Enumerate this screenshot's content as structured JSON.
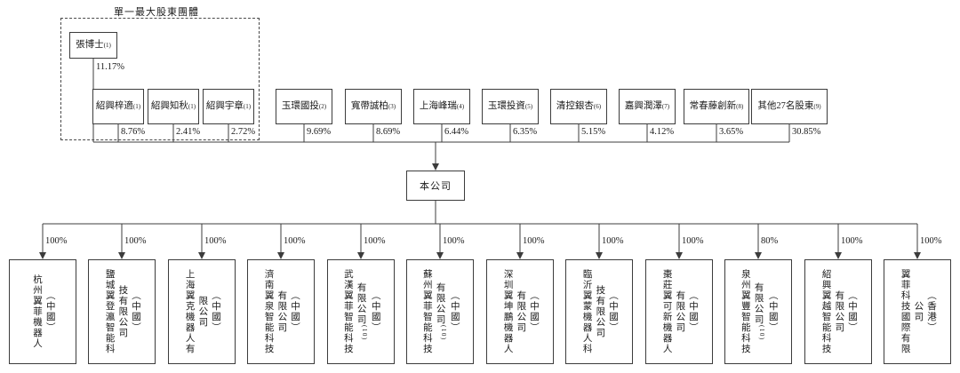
{
  "group": {
    "label": "單一最大股東團體",
    "leader": {
      "name": "張博士",
      "note": "(1)",
      "pct": "11.17%"
    },
    "members": [
      {
        "name": "紹興梓適",
        "note": "(1)",
        "pct": "8.76%"
      },
      {
        "name": "紹興知秋",
        "note": "(1)",
        "pct": "2.41%"
      },
      {
        "name": "紹興宇章",
        "note": "(1)",
        "pct": "2.72%"
      }
    ]
  },
  "shareholders": [
    {
      "name": "玉環國投",
      "note": "(2)",
      "pct": "9.69%"
    },
    {
      "name": "寬帶誠柏",
      "note": "(3)",
      "pct": "8.69%"
    },
    {
      "name": "上海峰瑞",
      "note": "(4)",
      "pct": "6.44%"
    },
    {
      "name": "玉環投資",
      "note": "(5)",
      "pct": "6.35%"
    },
    {
      "name": "清控銀杏",
      "note": "(6)",
      "pct": "5.15%"
    },
    {
      "name": "嘉興潤澤",
      "note": "(7)",
      "pct": "4.12%"
    },
    {
      "name": "常春藤創新",
      "note": "(8)",
      "pct": "3.65%"
    },
    {
      "name": "其他27名股東",
      "note": "(9)",
      "pct": "30.85%"
    }
  ],
  "company": {
    "name": "本公司"
  },
  "subsidiaries": [
    {
      "name": "杭州翼菲機器人",
      "region": "（中國）",
      "pct": "100%"
    },
    {
      "name": "鹽城翼登瀛智能科技有限公司",
      "region": "（中國）",
      "pct": "100%"
    },
    {
      "name": "上海翼克機器人有限公司",
      "region": "（中國）",
      "pct": "100%"
    },
    {
      "name": "濟南翼泉智能科技有限公司",
      "region": "（中國）",
      "pct": "100%"
    },
    {
      "name": "武漢翼菲智能科技有限公司",
      "note": "(10)",
      "region": "（中國）",
      "pct": "100%"
    },
    {
      "name": "蘇州翼菲智能科技有限公司",
      "note": "(10)",
      "region": "（中國）",
      "pct": "100%"
    },
    {
      "name": "深圳翼坤鵬機器人有限公司",
      "region": "（中國）",
      "pct": "100%"
    },
    {
      "name": "臨沂翼蒙機器人科技有限公司",
      "region": "（中國）",
      "pct": "100%"
    },
    {
      "name": "棗莊翼可新機器人有限公司",
      "region": "（中國）",
      "pct": "100%"
    },
    {
      "name": "泉州翼豐智能科技有限公司",
      "note": "(10)",
      "region": "（中國）",
      "pct": "80%"
    },
    {
      "name": "紹興翼越智能科技有限公司",
      "region": "（中國）",
      "pct": "100%"
    },
    {
      "name": "翼菲科技國際有限公司",
      "region": "（香港）",
      "pct": "100%"
    }
  ]
}
